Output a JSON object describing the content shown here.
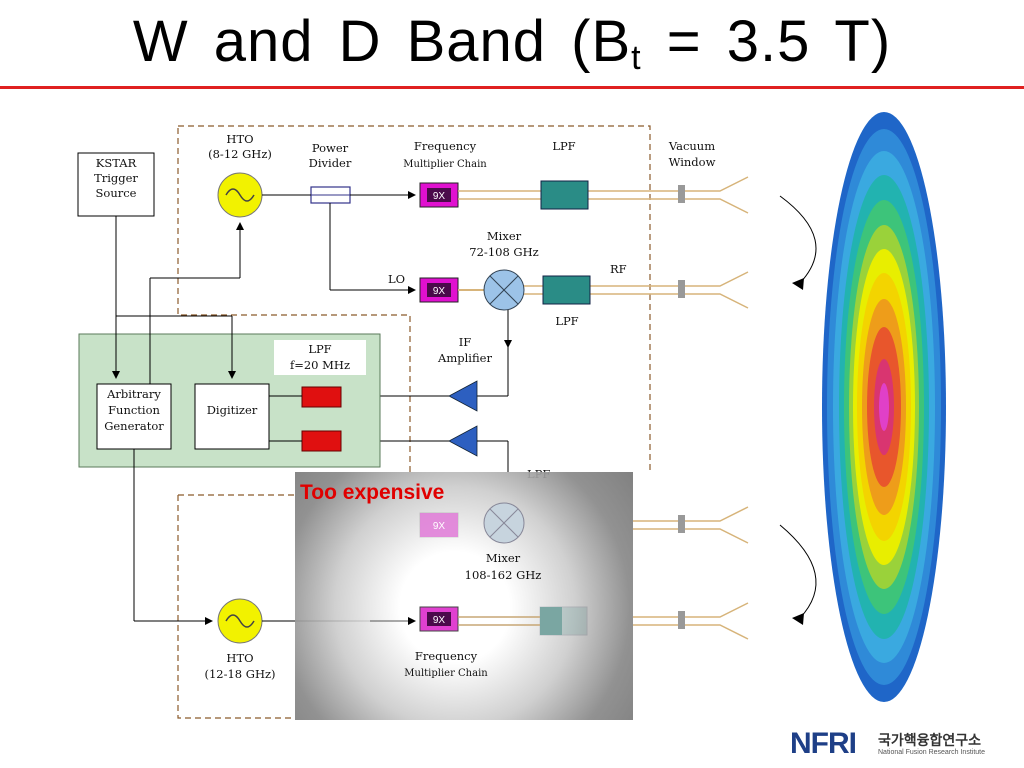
{
  "slide": {
    "title_main": "W and  D Band (B",
    "title_sub": "t",
    "title_end": " = 3.5 T)"
  },
  "diagram": {
    "kstar": [
      "KSTAR",
      "Trigger",
      "Source"
    ],
    "hto_top": [
      "HTO",
      "(8-12 GHz)"
    ],
    "power_divider": [
      "Power",
      "Divider"
    ],
    "freq_mult_top": [
      "Frequency",
      "Multiplier Chain"
    ],
    "lpf_top": "LPF",
    "vacuum_window": [
      "Vacuum",
      "Window"
    ],
    "mixer_top": [
      "Mixer",
      "72-108 GHz"
    ],
    "lo": "LO",
    "rf": "RF",
    "lpf_mid": "LPF",
    "if_amp": [
      "IF",
      "Amplifier"
    ],
    "lpf_filter": [
      "LPF",
      "f=20 MHz"
    ],
    "afg": [
      "Arbitrary",
      "Function",
      "Generator"
    ],
    "digitizer": "Digitizer",
    "lpf_lower": "LPF",
    "mixer_bottom": [
      "Mixer",
      "108-162 GHz"
    ],
    "freq_mult_bottom": [
      "Frequency",
      "Multiplier Chain"
    ],
    "hto_bottom": [
      "HTO",
      "(12-18 GHz)"
    ],
    "chip_label": "9X"
  },
  "overlay": {
    "label": "Too expensive"
  },
  "logo": {
    "nfri": "NFRI",
    "korean": "국가핵융합연구소",
    "english": "National Fusion Research Institute"
  },
  "colors": {
    "title_rule": "#e02020",
    "overlay_label": "#e00000",
    "chip": "#e010d0",
    "lpf_box": "#2a8c86",
    "filter_red": "#e01010",
    "green_panel": "#c8e2c8",
    "amplifier": "#2d5fc0",
    "hto": "#f2f200",
    "logo": "#1e3f87"
  }
}
